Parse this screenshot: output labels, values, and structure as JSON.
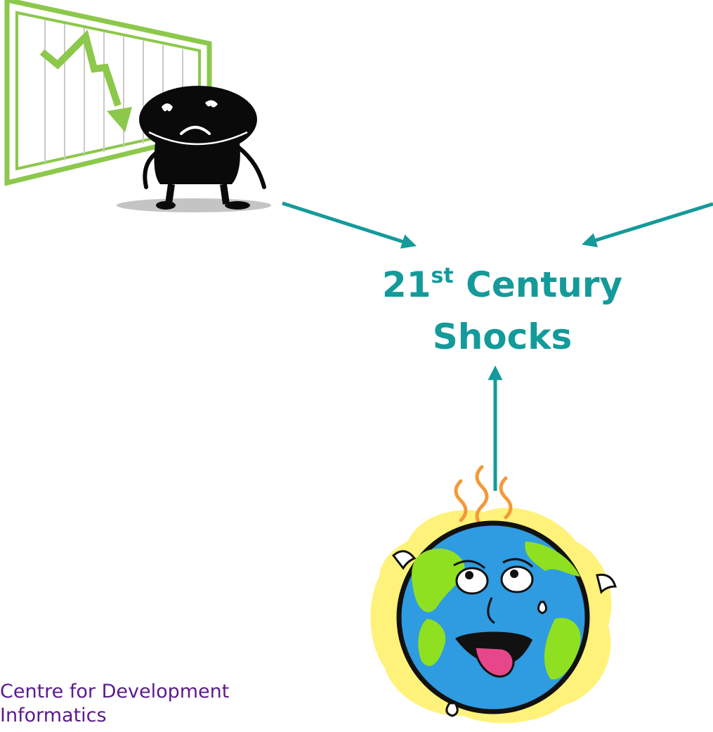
{
  "title": {
    "number": "21",
    "suffix": "st",
    "line1_rest": " Century",
    "line2": "Shocks"
  },
  "footer": {
    "line1": "Centre for Development",
    "line2": "Informatics"
  },
  "colors": {
    "arrow": "#149a9a",
    "title": "#149a9a",
    "footer": "#5b1a8c",
    "chart_frame": "#8cc84b",
    "ocean": "#2f9be0",
    "land": "#8fe020",
    "halo": "#fff27a",
    "steam": "#f29a3a",
    "tongue": "#e8468a"
  },
  "illustrations": {
    "top_left": "falling-chart-sad-character",
    "bottom": "sweating-earth"
  }
}
